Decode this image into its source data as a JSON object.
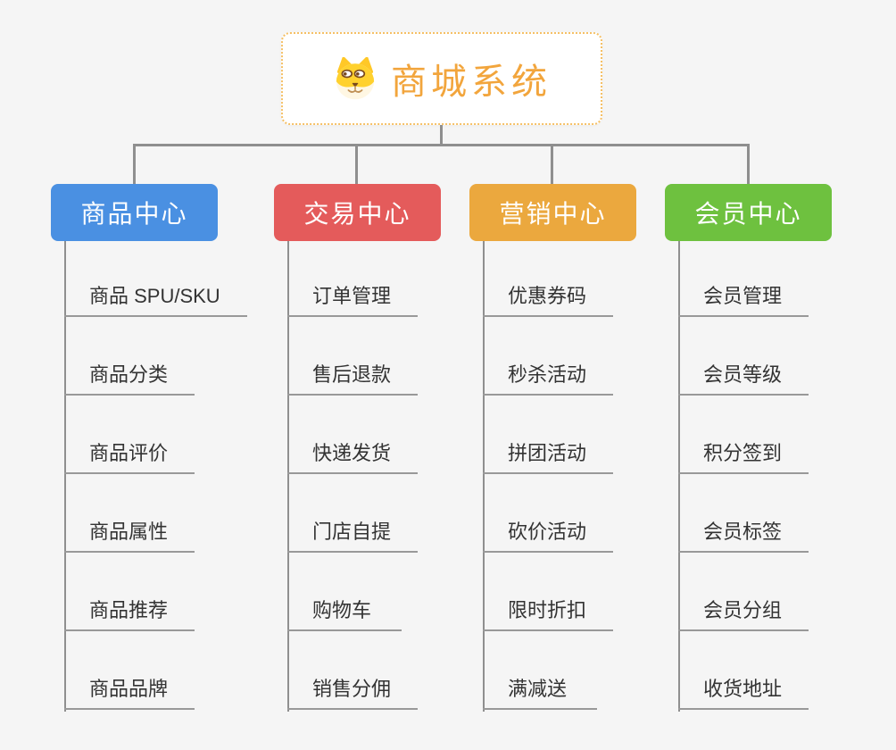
{
  "root": {
    "title": "商城系统",
    "icon": "dog-face-icon"
  },
  "colors": {
    "background": "#F5F5F5",
    "root_border": "#F5C065",
    "root_text": "#F2A53C",
    "connector": "#8F8F8F",
    "child_text": "#333333",
    "branch_product": "#4A90E2",
    "branch_trade": "#E45B5B",
    "branch_marketing": "#EBA83E",
    "branch_member": "#6EC13F"
  },
  "branches": [
    {
      "label": "商品中心",
      "color": "#4A90E2",
      "items": [
        "商品 SPU/SKU",
        "商品分类",
        "商品评价",
        "商品属性",
        "商品推荐",
        "商品品牌"
      ]
    },
    {
      "label": "交易中心",
      "color": "#E45B5B",
      "items": [
        "订单管理",
        "售后退款",
        "快递发货",
        "门店自提",
        "购物车",
        "销售分佣"
      ]
    },
    {
      "label": "营销中心",
      "color": "#EBA83E",
      "items": [
        "优惠券码",
        "秒杀活动",
        "拼团活动",
        "砍价活动",
        "限时折扣",
        "满减送"
      ]
    },
    {
      "label": "会员中心",
      "color": "#6EC13F",
      "items": [
        "会员管理",
        "会员等级",
        "积分签到",
        "会员标签",
        "会员分组",
        "收货地址"
      ]
    }
  ]
}
